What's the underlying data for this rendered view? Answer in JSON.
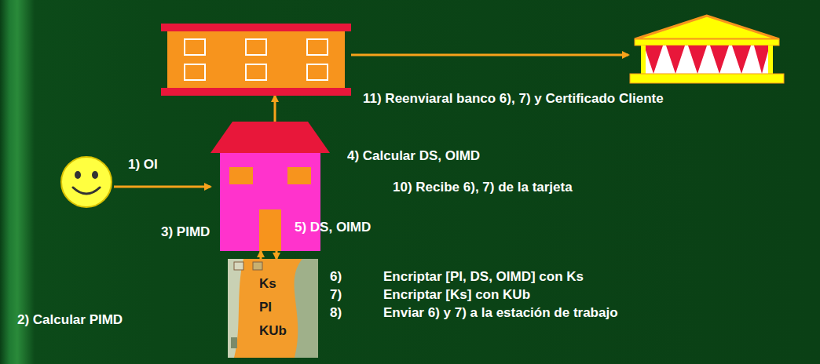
{
  "diagram": {
    "nodes": [
      {
        "text": []
      },
      {
        "text": []
      },
      {
        "text": []
      },
      {
        "text": [
          "4) Calcular DS, OIMD",
          "10) Recibe 6), 7) de la tarjeta"
        ]
      },
      {
        "text": [
          "Ks",
          "PI",
          "KUb"
        ]
      }
    ],
    "edges": [
      {
        "from": 3,
        "to": 0,
        "arrow": "to"
      },
      {
        "from": 0,
        "to": 1,
        "arrow": "to"
      },
      {
        "from": 2,
        "to": 3,
        "label": "1) OI",
        "arrow": "to"
      },
      {
        "from": 4,
        "to": 3,
        "label": "3) PIMD",
        "arrow": "to"
      },
      {
        "from": 3,
        "to": 4,
        "label": "5) DS, OIMD",
        "arrow": "to"
      }
    ],
    "labels": [
      "11) Reenviaral banco 6), 7) y Certificado Cliente",
      "2) Calcular PIMD",
      "6)",
      "Encriptar [PI, DS, OIMD] con Ks",
      "7)",
      "Encriptar [Ks] con KUb",
      "8)",
      "Enviar 6) y 7) a la estación de trabajo"
    ]
  }
}
